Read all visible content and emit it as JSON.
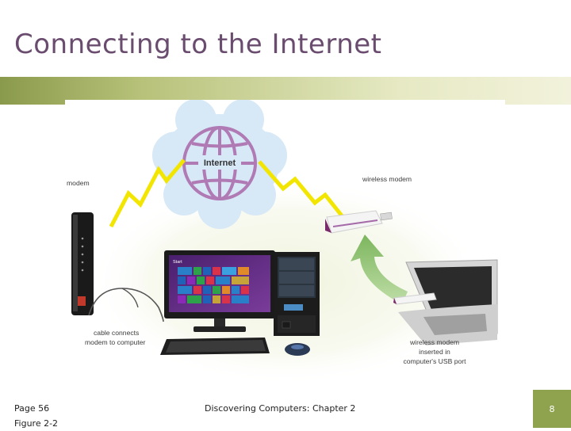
{
  "slide": {
    "title": "Connecting to the Internet",
    "page_ref": "Page 56",
    "figure_ref": "Figure 2-2",
    "footer": "Discovering Computers: Chapter 2",
    "page_number": "8"
  },
  "diagram": {
    "internet_label": "Internet",
    "modem_label": "modem",
    "wireless_modem_label": "wireless modem",
    "cable_label_line1": "cable connects",
    "cable_label_line2": "modem to computer",
    "usb_label_line1": "wireless modem",
    "usb_label_line2": "inserted in",
    "usb_label_line3": "computer's USB port",
    "screen_start": "Start",
    "colors": {
      "globe": "#b07ab5",
      "cloud": "#d7e8f6",
      "lightning": "#f2e600",
      "arrow": "#8cbf6a",
      "title": "#6a4c6f",
      "accent_band": "#8a9a4c",
      "page_box": "#8fa34e"
    }
  }
}
